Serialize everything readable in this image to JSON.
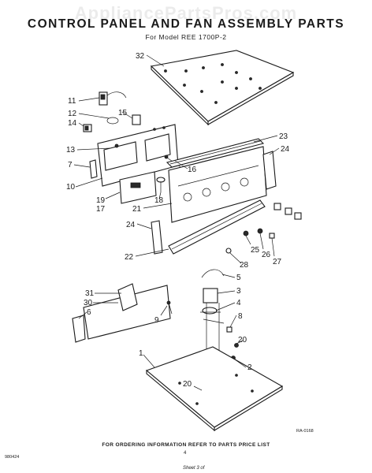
{
  "watermark": "AppliancePartsPros.com",
  "title": "CONTROL PANEL AND FAN ASSEMBLY PARTS",
  "subtitle": "For Model REE 1700P-2",
  "diagram_ref": "RA-0168",
  "footer": "FOR ORDERING INFORMATION REFER TO PARTS PRICE LIST",
  "page_number": "4",
  "doc_code": "980424",
  "handwritten_note": "Sheet 3 of",
  "callouts": [
    "32",
    "11",
    "12",
    "15",
    "14",
    "13",
    "7",
    "10",
    "16",
    "23",
    "24",
    "19",
    "17",
    "18",
    "21",
    "24",
    "22",
    "25",
    "26",
    "27",
    "28",
    "5",
    "3",
    "4",
    "8",
    "31",
    "30",
    "6",
    "9",
    "20",
    "2",
    "1",
    "20"
  ]
}
